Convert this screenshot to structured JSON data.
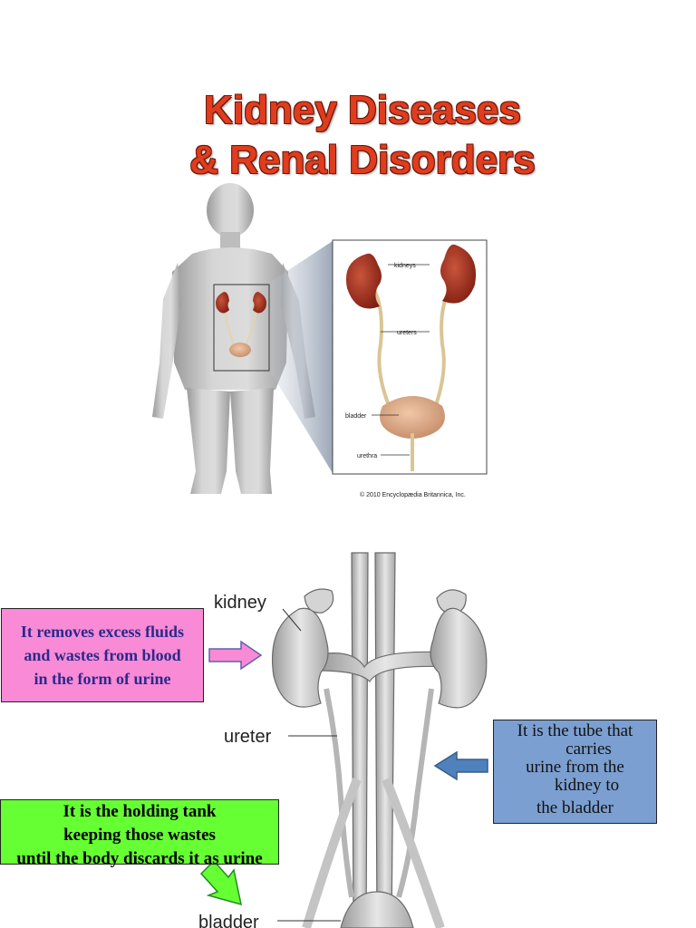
{
  "title": {
    "line1": "Kidney Diseases",
    "line2": "& Renal Disorders"
  },
  "top_diagram": {
    "labels": {
      "kidneys": "kidneys",
      "ureters": "ureters",
      "bladder": "bladder",
      "urethra": "urethra"
    },
    "copyright": "© 2010 Encyclopædia Britannica, Inc."
  },
  "bottom_diagram": {
    "labels": {
      "kidney": "kidney",
      "ureter": "ureter",
      "bladder": "bladder"
    }
  },
  "callouts": {
    "kidney": {
      "lines": [
        "It removes excess fluids",
        "and wastes from blood",
        "in the form of urine"
      ],
      "bg": "#f98ad6"
    },
    "ureter": {
      "lines": [
        "It is the tube that",
        "carries",
        "urine from the",
        "kidney to",
        "the bladder"
      ],
      "bg": "#7b9fd0"
    },
    "bladder": {
      "lines": [
        "It is the holding tank",
        "keeping those wastes",
        "until the body discards it as urine"
      ],
      "bg": "#66ff33"
    }
  },
  "colors": {
    "title": "#e03c1e",
    "kidney": "#a3301c",
    "body_silhouette": "#c9c9c9"
  }
}
